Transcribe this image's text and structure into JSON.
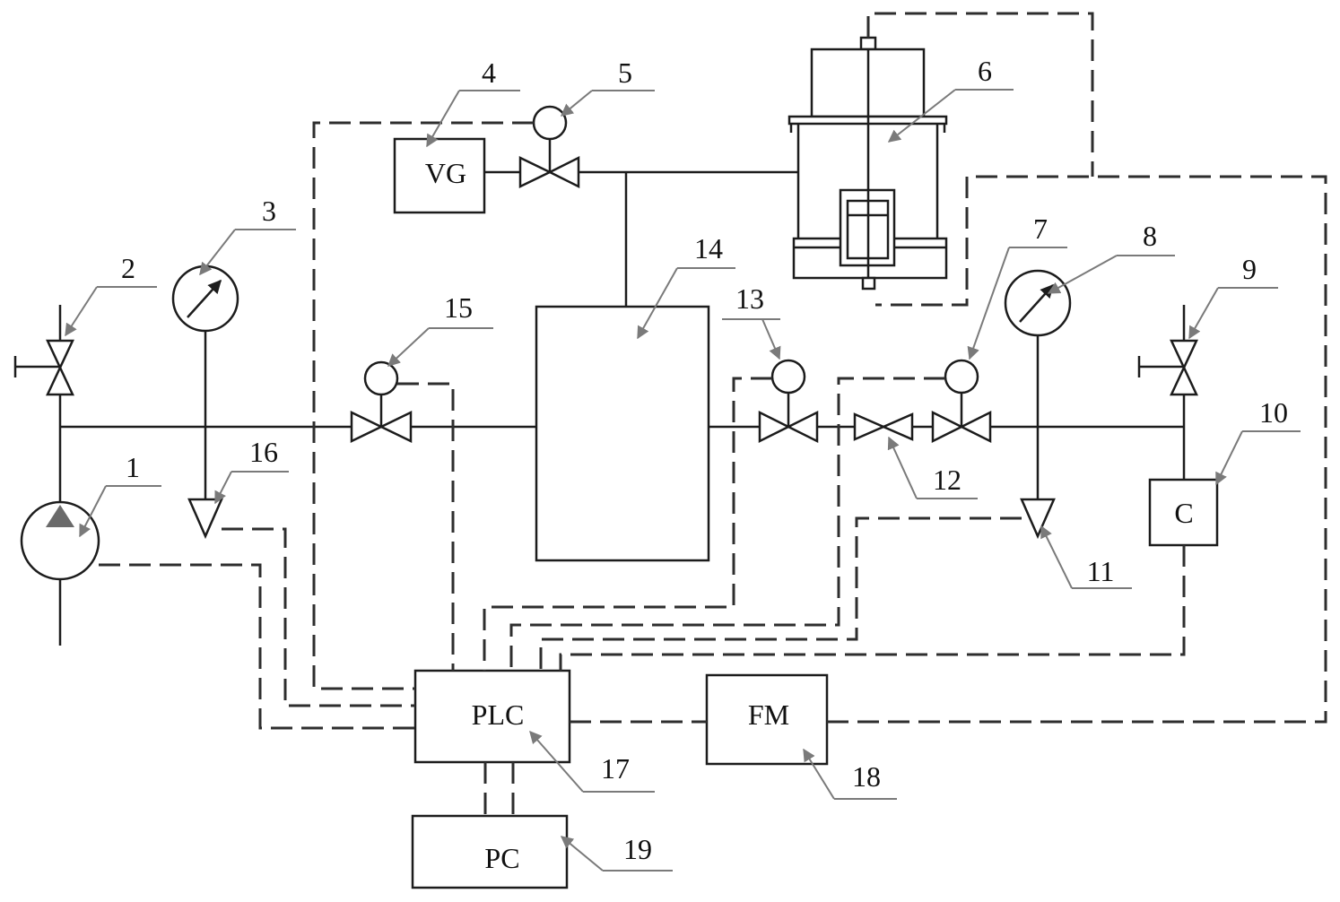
{
  "callouts": [
    "1",
    "2",
    "3",
    "4",
    "5",
    "6",
    "7",
    "8",
    "9",
    "10",
    "11",
    "12",
    "13",
    "14",
    "15",
    "16",
    "17",
    "18",
    "19"
  ],
  "boxes": {
    "vg": "VG",
    "plc": "PLC",
    "fm": "FM",
    "pc": "PC",
    "c": "C"
  }
}
